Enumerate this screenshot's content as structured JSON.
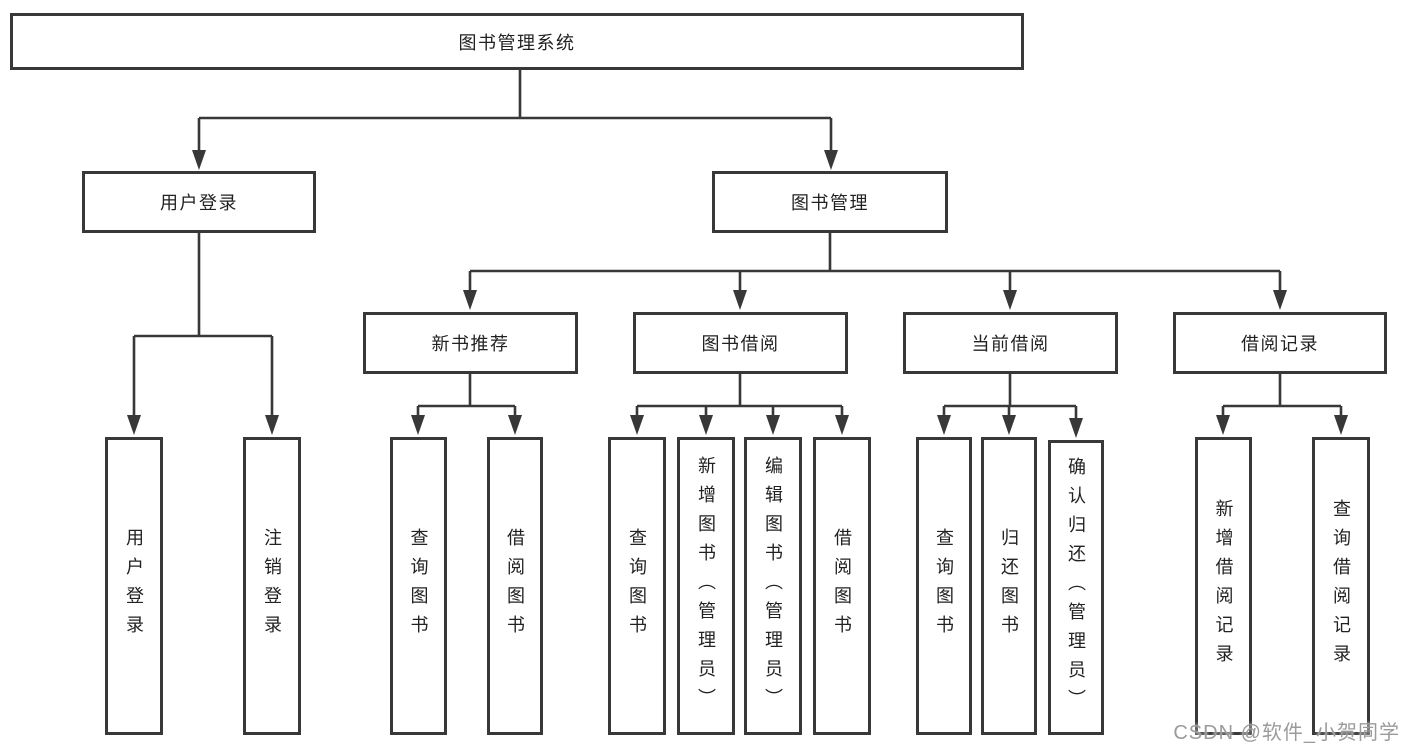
{
  "diagram": {
    "root": {
      "label": "图书管理系统"
    },
    "branches": [
      {
        "label": "用户登录",
        "children": [
          {
            "label": "用户登录"
          },
          {
            "label": "注销登录"
          }
        ]
      },
      {
        "label": "图书管理",
        "children": [
          {
            "label": "新书推荐",
            "children": [
              {
                "label": "查询图书"
              },
              {
                "label": "借阅图书"
              }
            ]
          },
          {
            "label": "图书借阅",
            "children": [
              {
                "label": "查询图书"
              },
              {
                "label": "新增图书（管理员）"
              },
              {
                "label": "编辑图书（管理员）"
              },
              {
                "label": "借阅图书"
              }
            ]
          },
          {
            "label": "当前借阅",
            "children": [
              {
                "label": "查询图书"
              },
              {
                "label": "归还图书"
              },
              {
                "label": "确认归还（管理员）"
              }
            ]
          },
          {
            "label": "借阅记录",
            "children": [
              {
                "label": "新增借阅记录"
              },
              {
                "label": "查询借阅记录"
              }
            ]
          }
        ]
      }
    ]
  },
  "watermark": {
    "text": "CSDN @软件_小贺同学"
  },
  "colors": {
    "line": "#383838",
    "text": "#222222",
    "box_background": "#ffffff",
    "watermark": "#9b9b9b"
  }
}
